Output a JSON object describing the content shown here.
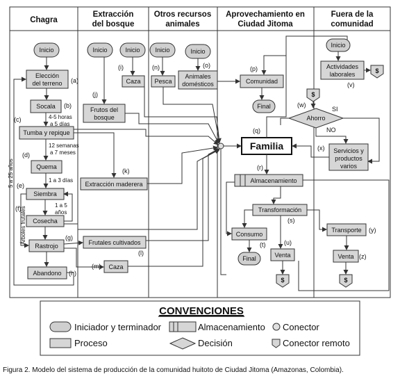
{
  "columns": {
    "chagra": "Chagra",
    "bosque_1": "Extracción",
    "bosque_2": "del bosque",
    "recursos_1": "Otros recursos",
    "recursos_2": "animales",
    "aprov_1": "Aprovechamiento en",
    "aprov_2": "Ciudad Jitoma",
    "fuera_1": "Fuera de la",
    "fuera_2": "comunidad"
  },
  "nodes": {
    "inicio": "Inicio",
    "eleccion_1": "Elección",
    "eleccion_2": "del terreno",
    "socala": "Socala",
    "tumba": "Tumba y repique",
    "quema": "Quema",
    "siembra": "Siembra",
    "cosecha": "Cosecha",
    "rastrojo": "Rastrojo",
    "abandono": "Abandono",
    "caza": "Caza",
    "frutos_1": "Frutos del",
    "frutos_2": "bosque",
    "extraccion": "Extracción maderera",
    "frutales": "Frutales cultivados",
    "pesca": "Pesca",
    "animales_1": "Animales",
    "animales_2": "domésticos",
    "comunidad": "Comunidad",
    "final": "Final",
    "familia": "Familia",
    "almacenamiento": "Almacenamiento",
    "transformacion": "Transformación",
    "consumo": "Consumo",
    "venta": "Venta",
    "transporte": "Transporte",
    "actividades_1": "Actividades",
    "actividades_2": "laborales",
    "ahorro": "Ahorro",
    "servicios_1": "Servicios y",
    "servicios_2": "productos",
    "servicios_3": "varios",
    "dollar": "$",
    "si": "SI",
    "no": "NO"
  },
  "tags": {
    "a": "(a)",
    "b": "(b)",
    "c": "(c)",
    "d": "(d)",
    "e": "(e)",
    "f": "(f)",
    "g": "(g)",
    "h": "(h)",
    "i": "(i)",
    "j": "(j)",
    "k": "(k)",
    "l": "(l)",
    "m": "(m)",
    "n": "(n)",
    "o": "(o)",
    "p": "(p)",
    "q": "(q)",
    "r": "(r)",
    "s": "(s)",
    "t": "(t)",
    "u": "(u)",
    "v": "(v)",
    "w": "(w)",
    "x": "(x)",
    "y": "(y)",
    "z": "(z)"
  },
  "edge_labels": {
    "horas_1": "4-5 horas",
    "horas_2": "a 5 días",
    "semanas_1": "12 semanas",
    "semanas_2": "a 7 meses",
    "dias": "1 a 3 días",
    "anos_1": "1 a 5",
    "anos_2": "años",
    "cinco_25": "5 a 25 años",
    "arboles": "Árboles frutales"
  },
  "legend": {
    "title": "CONVENCIONES",
    "iniciador": "Iniciador y terminador",
    "almacenamiento": "Almacenamiento",
    "conector": "Conector",
    "proceso": "Proceso",
    "decision": "Decisión",
    "conector_remoto": "Conector remoto"
  },
  "caption": "Figura 2. Modelo del sistema de producción de la comunidad huitoto de Ciudad Jitoma (Amazonas, Colombia).",
  "colors": {
    "box_fill": "#d6d6d6",
    "terminal_fill": "#cfcfcf",
    "line": "#333333",
    "familia_fill": "#ffffff"
  }
}
